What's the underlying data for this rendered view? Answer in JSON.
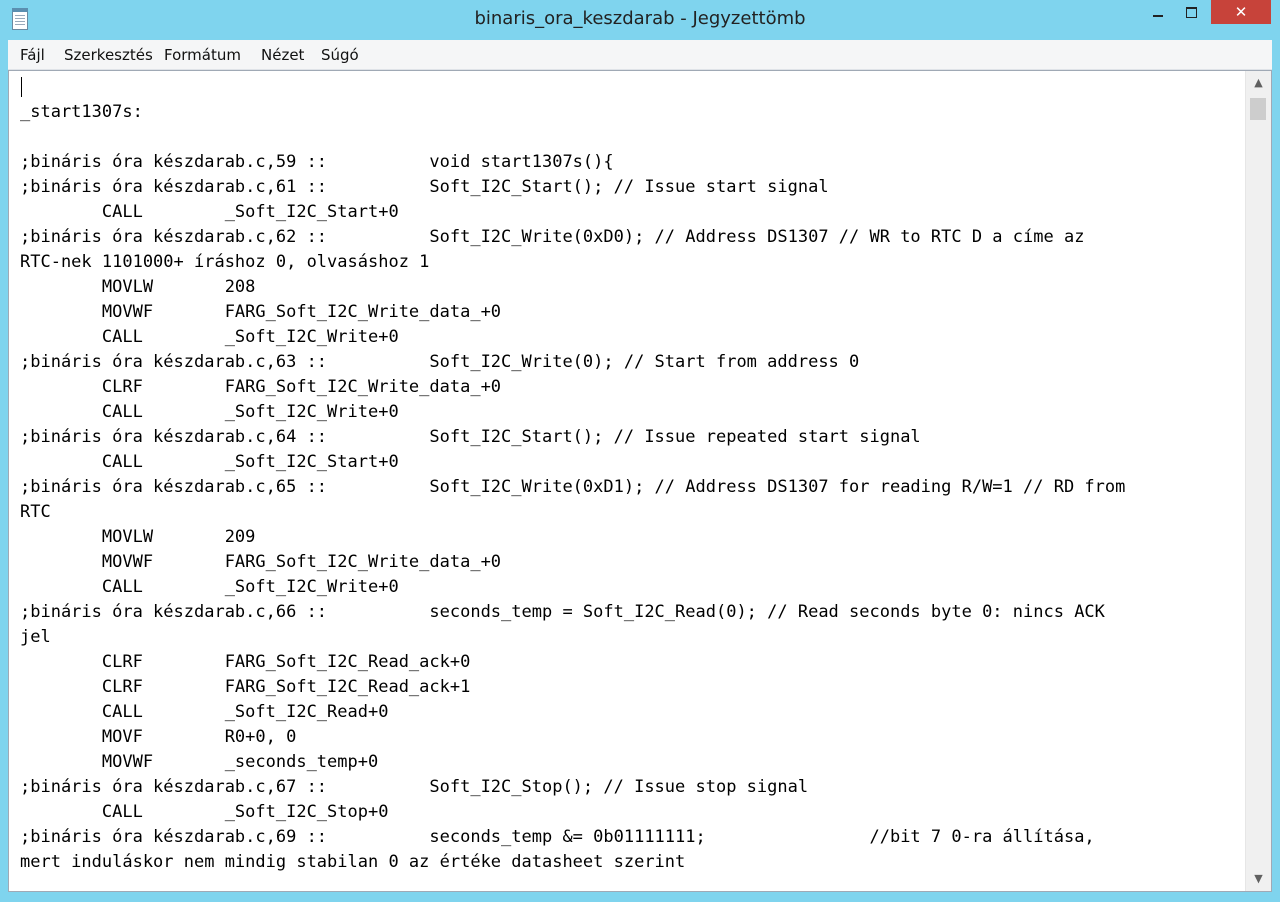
{
  "window": {
    "title": "binaris_ora_keszdarab - Jegyzettömb",
    "minimize_icon": "minimize-icon",
    "maximize_icon": "maximize-icon",
    "close_label": "✕"
  },
  "menu": {
    "items": [
      "Fájl",
      "Szerkesztés",
      "Formátum",
      "Nézet",
      "Súgó"
    ]
  },
  "editor": {
    "lines": [
      "",
      "_start1307s:",
      "",
      ";bináris óra készdarab.c,59 ::          void start1307s(){",
      ";bináris óra készdarab.c,61 ::          Soft_I2C_Start(); // Issue start signal",
      "        CALL        _Soft_I2C_Start+0",
      ";bináris óra készdarab.c,62 ::          Soft_I2C_Write(0xD0); // Address DS1307 // WR to RTC D a címe az",
      "RTC-nek 1101000+ íráshoz 0, olvasáshoz 1",
      "        MOVLW       208",
      "        MOVWF       FARG_Soft_I2C_Write_data_+0",
      "        CALL        _Soft_I2C_Write+0",
      ";bináris óra készdarab.c,63 ::          Soft_I2C_Write(0); // Start from address 0",
      "        CLRF        FARG_Soft_I2C_Write_data_+0",
      "        CALL        _Soft_I2C_Write+0",
      ";bináris óra készdarab.c,64 ::          Soft_I2C_Start(); // Issue repeated start signal",
      "        CALL        _Soft_I2C_Start+0",
      ";bináris óra készdarab.c,65 ::          Soft_I2C_Write(0xD1); // Address DS1307 for reading R/W=1 // RD from",
      "RTC",
      "        MOVLW       209",
      "        MOVWF       FARG_Soft_I2C_Write_data_+0",
      "        CALL        _Soft_I2C_Write+0",
      ";bináris óra készdarab.c,66 ::          seconds_temp = Soft_I2C_Read(0); // Read seconds byte 0: nincs ACK",
      "jel",
      "        CLRF        FARG_Soft_I2C_Read_ack+0",
      "        CLRF        FARG_Soft_I2C_Read_ack+1",
      "        CALL        _Soft_I2C_Read+0",
      "        MOVF        R0+0, 0",
      "        MOVWF       _seconds_temp+0",
      ";bináris óra készdarab.c,67 ::          Soft_I2C_Stop(); // Issue stop signal",
      "        CALL        _Soft_I2C_Stop+0",
      ";bináris óra készdarab.c,69 ::          seconds_temp &= 0b01111111;                //bit 7 0-ra állítása,",
      "mert induláskor nem mindig stabilan 0 az értéke datasheet szerint"
    ]
  },
  "scrollbar": {
    "up_icon": "▲",
    "down_icon": "▼"
  }
}
